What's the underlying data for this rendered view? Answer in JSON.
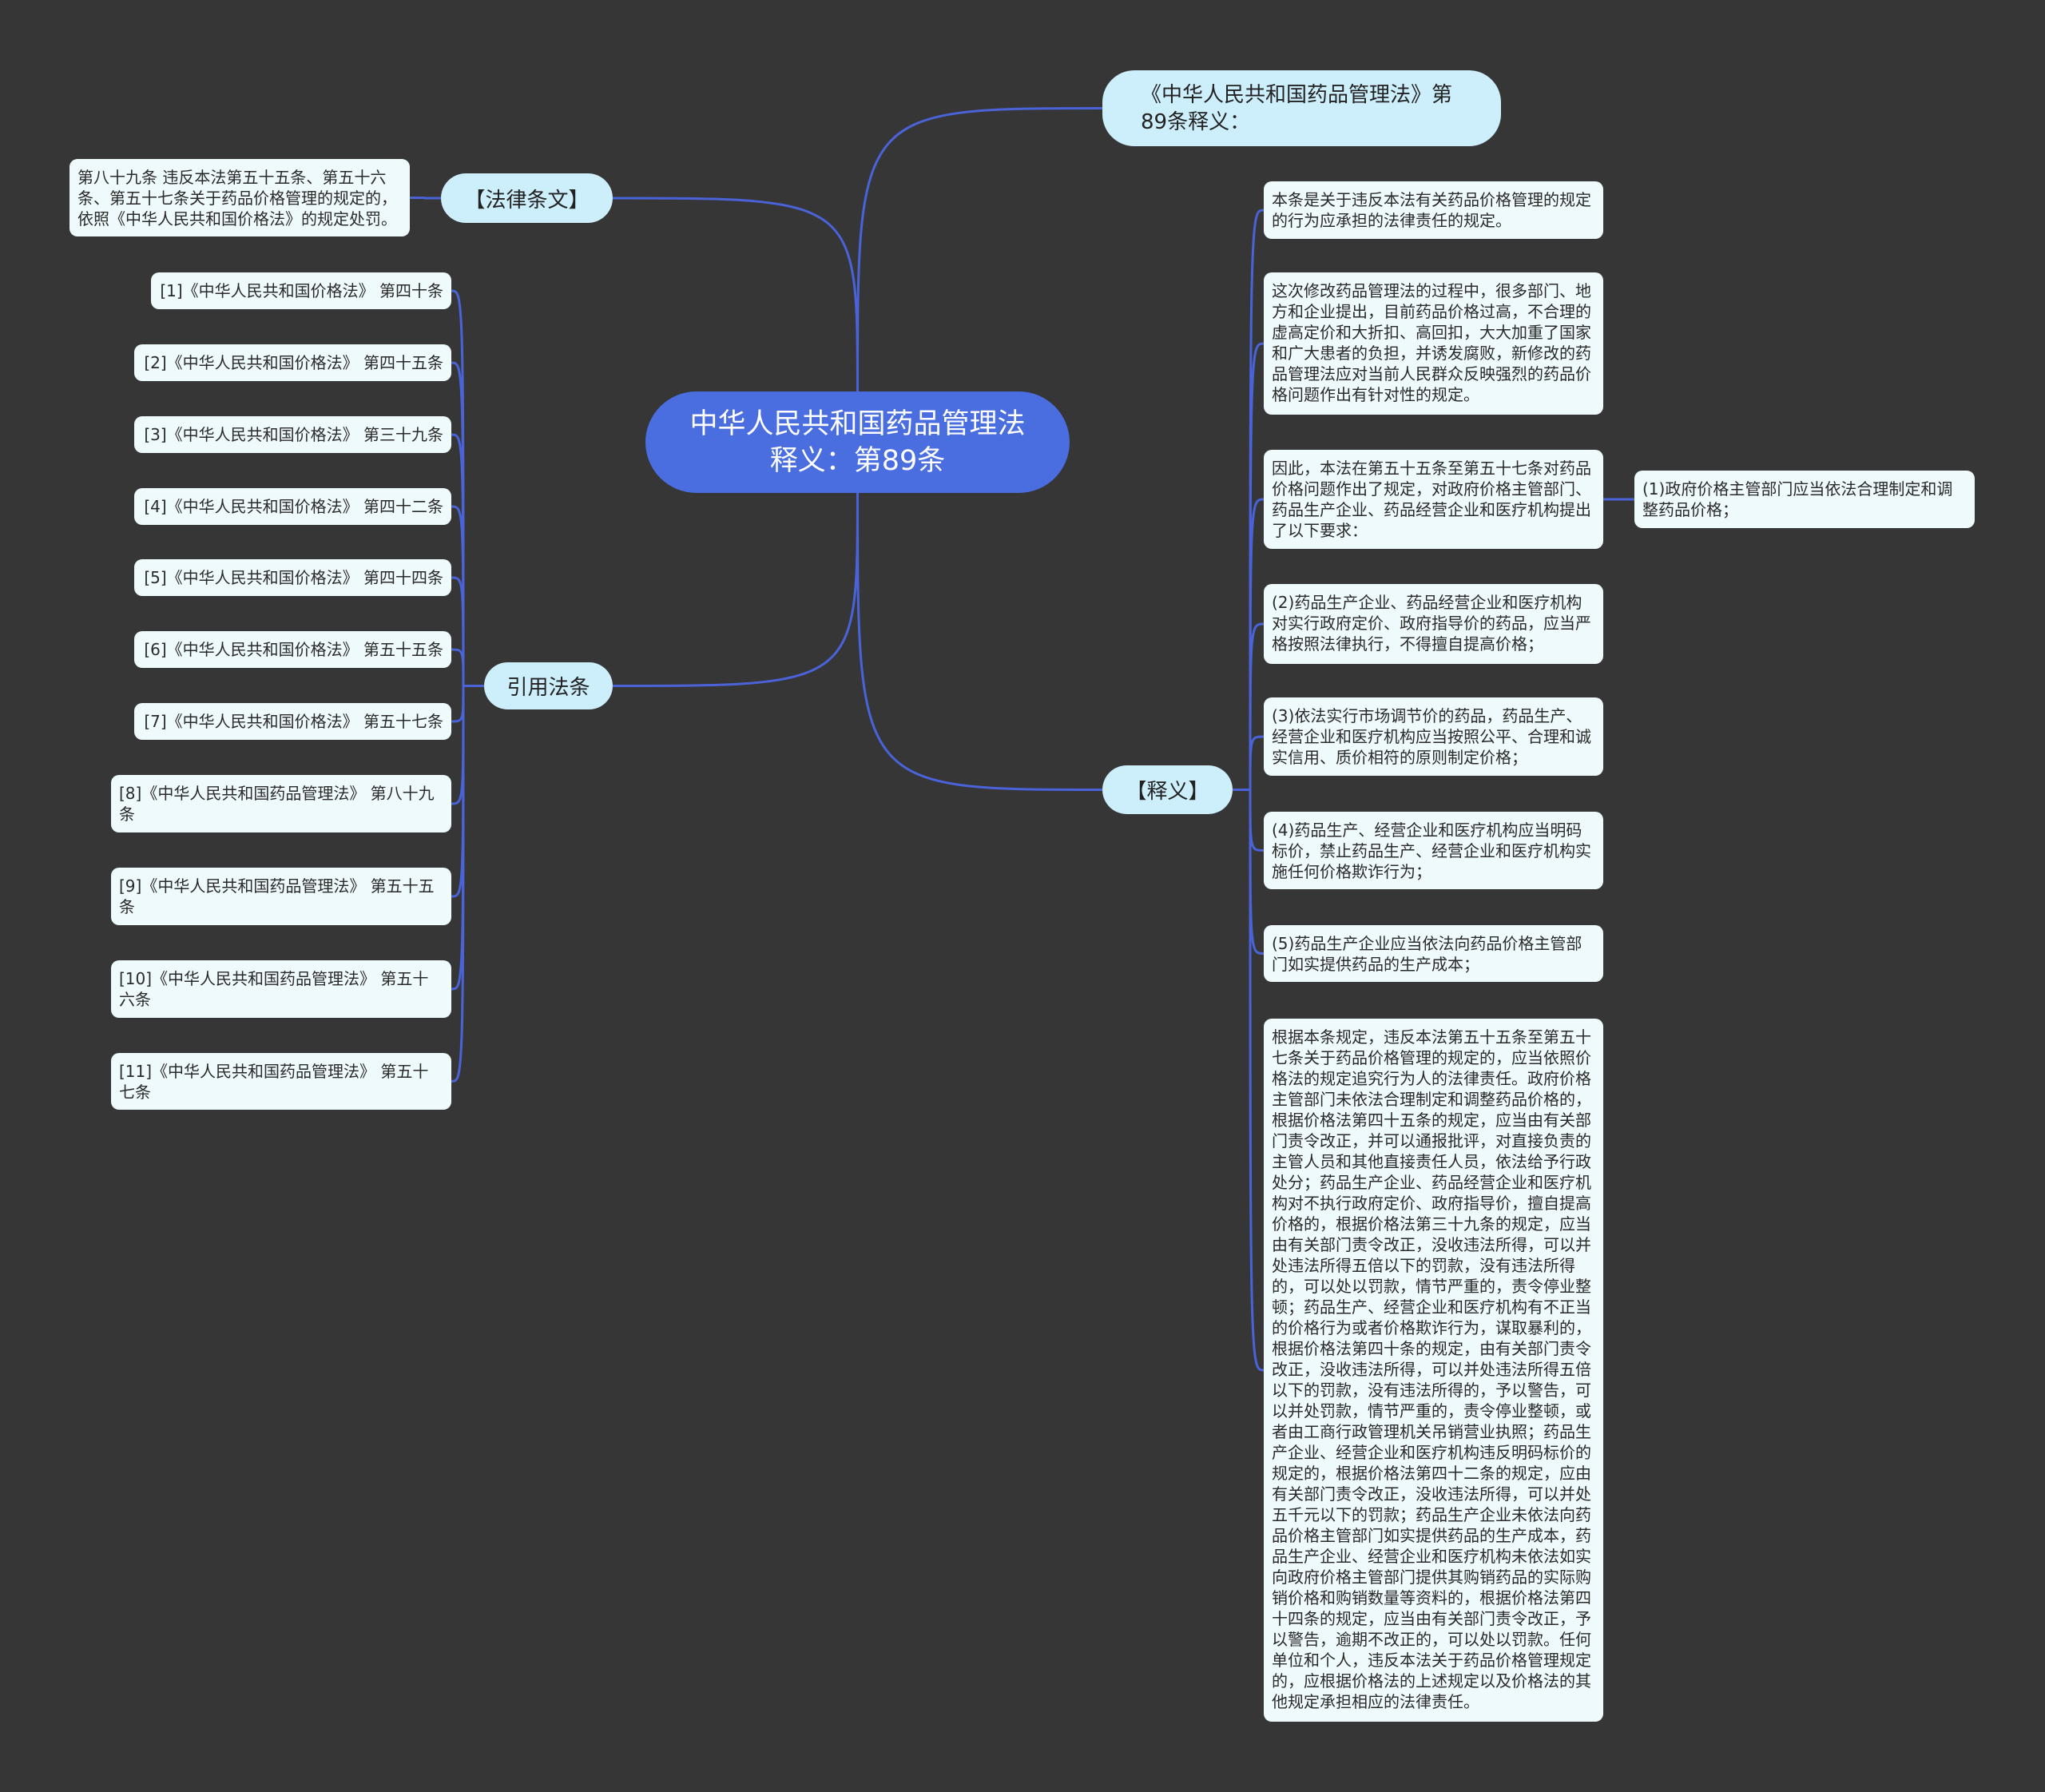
{
  "root": {
    "title": "中华人民共和国药品管理法释义：第89条"
  },
  "top_node": {
    "label": "《中华人民共和国药品管理法》第89条释义："
  },
  "law_text": {
    "label": "【法律条文】",
    "content": "第八十九条 违反本法第五十五条、第五十六条、第五十七条关于药品价格管理的规定的，依照《中华人民共和国价格法》的规定处罚。"
  },
  "citations": {
    "label": "引用法条",
    "items": [
      "[1]《中华人民共和国价格法》 第四十条",
      "[2]《中华人民共和国价格法》 第四十五条",
      "[3]《中华人民共和国价格法》 第三十九条",
      "[4]《中华人民共和国价格法》 第四十二条",
      "[5]《中华人民共和国价格法》 第四十四条",
      "[6]《中华人民共和国价格法》 第五十五条",
      "[7]《中华人民共和国价格法》 第五十七条",
      "[8]《中华人民共和国药品管理法》 第八十九条",
      "[9]《中华人民共和国药品管理法》 第五十五条",
      "[10]《中华人民共和国药品管理法》 第五十六条",
      "[11]《中华人民共和国药品管理法》 第五十七条"
    ]
  },
  "interpretation": {
    "label": "【释义】",
    "items": [
      "本条是关于违反本法有关药品价格管理的规定的行为应承担的法律责任的规定。",
      "这次修改药品管理法的过程中，很多部门、地方和企业提出，目前药品价格过高，不合理的虚高定价和大折扣、高回扣，大大加重了国家和广大患者的负担，并诱发腐败，新修改的药品管理法应对当前人民群众反映强烈的药品价格问题作出有针对性的规定。",
      "因此，本法在第五十五条至第五十七条对药品价格问题作出了规定，对政府价格主管部门、药品生产企业、药品经营企业和医疗机构提出了以下要求：",
      "(2)药品生产企业、药品经营企业和医疗机构对实行政府定价、政府指导价的药品，应当严格按照法律执行，不得擅自提高价格；",
      "(3)依法实行市场调节价的药品，药品生产、经营企业和医疗机构应当按照公平、合理和诚实信用、质价相符的原则制定价格；",
      "(4)药品生产、经营企业和医疗机构应当明码标价，禁止药品生产、经营企业和医疗机构实施任何价格欺诈行为；",
      "(5)药品生产企业应当依法向药品价格主管部门如实提供药品的生产成本；",
      "根据本条规定，违反本法第五十五条至第五十七条关于药品价格管理的规定的，应当依照价格法的规定追究行为人的法律责任。政府价格主管部门未依法合理制定和调整药品价格的，根据价格法第四十五条的规定，应当由有关部门责令改正，并可以通报批评，对直接负责的主管人员和其他直接责任人员，依法给予行政处分；药品生产企业、药品经营企业和医疗机构对不执行政府定价、政府指导价，擅自提高价格的，根据价格法第三十九条的规定，应当由有关部门责令改正，没收违法所得，可以并处违法所得五倍以下的罚款，没有违法所得的，可以处以罚款，情节严重的，责令停业整顿；药品生产、经营企业和医疗机构有不正当的价格行为或者价格欺诈行为，谋取暴利的，根据价格法第四十条的规定，由有关部门责令改正，没收违法所得，可以并处违法所得五倍以下的罚款，没有违法所得的，予以警告，可以并处罚款，情节严重的，责令停业整顿，或者由工商行政管理机关吊销营业执照；药品生产企业、经营企业和医疗机构违反明码标价的规定的，根据价格法第四十二条的规定，应由有关部门责令改正，没收违法所得，可以并处五千元以下的罚款；药品生产企业未依法向药品价格主管部门如实提供药品的生产成本，药品生产企业、经营企业和医疗机构未依法如实向政府价格主管部门提供其购销药品的实际购销价格和购销数量等资料的，根据价格法第四十四条的规定，应当由有关部门责令改正，予以警告，逾期不改正的，可以处以罚款。任何单位和个人，违反本法关于药品价格管理规定的，应根据价格法的上述规定以及价格法的其他规定承担相应的法律责任。"
    ],
    "sub_item": "(1)政府价格主管部门应当依法合理制定和调整药品价格；"
  },
  "colors": {
    "background": "#363636",
    "root": "#4a6ee0",
    "branch": "#cdeefb",
    "leaf": "#effafc",
    "link": "#4a63d8"
  }
}
